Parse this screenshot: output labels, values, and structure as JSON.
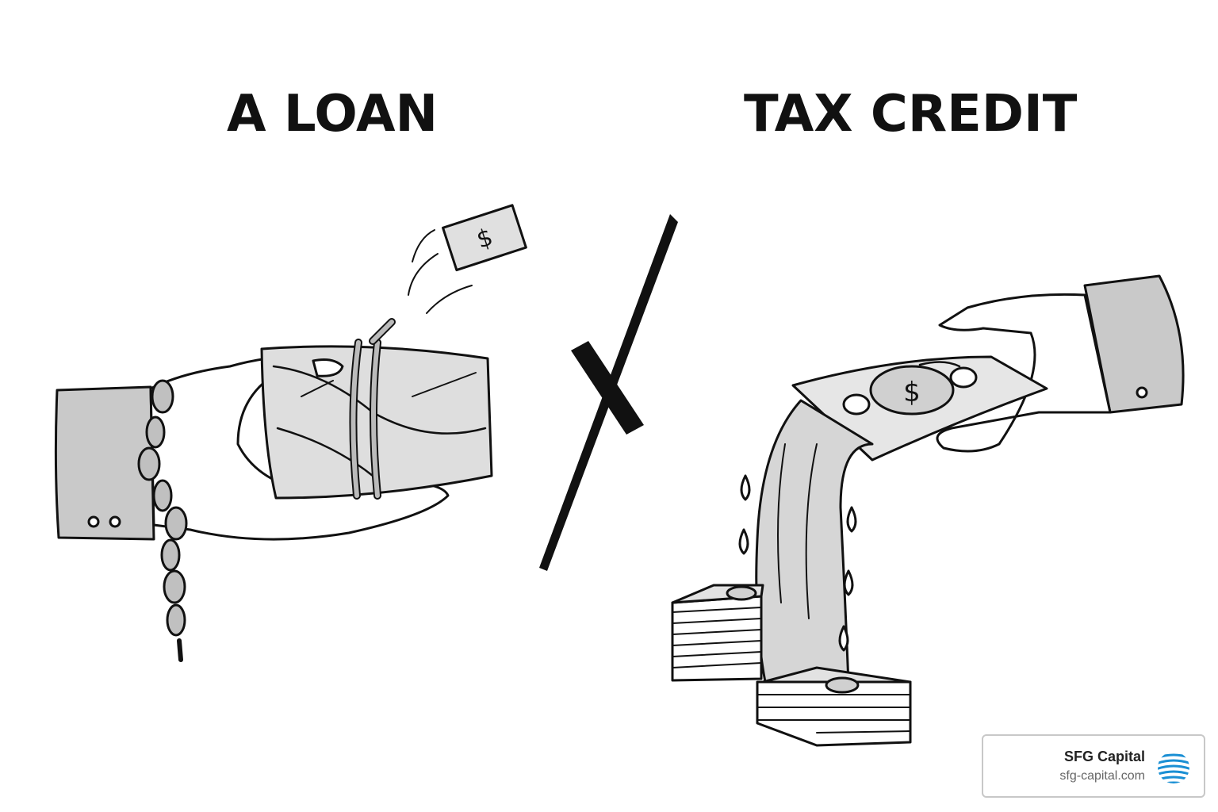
{
  "left_panel": {
    "heading": "A LOAN",
    "illustration": "chained-hand-with-wrapped-package-icon"
  },
  "right_panel": {
    "heading": "TAX CREDIT",
    "illustration": "hand-pouring-cash-stream-icon"
  },
  "divider": {
    "icon": "cross-slash-icon"
  },
  "brand": {
    "name": "SFG Capital",
    "url": "sfg-capital.com",
    "logo_icon": "sfg-logo-icon",
    "logo_color": "#1a8fd4"
  },
  "colors": {
    "ink": "#111111",
    "sleeve": "#c9c9c9",
    "paper": "#ffffff"
  }
}
